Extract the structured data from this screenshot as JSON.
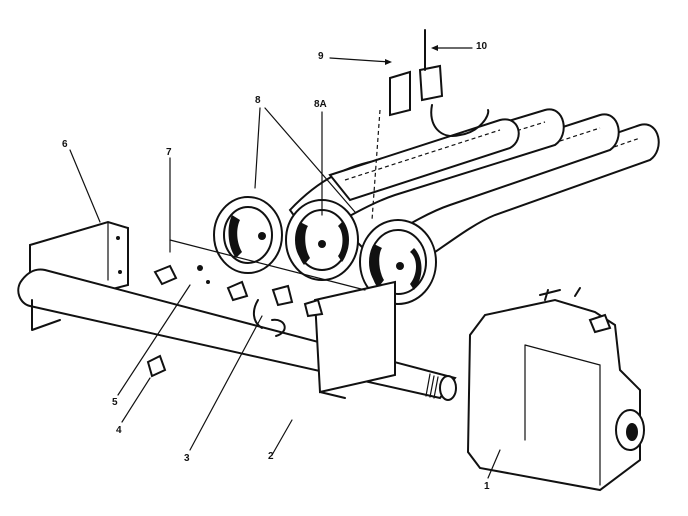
{
  "diagram": {
    "callouts": {
      "c1": "1",
      "c2": "2",
      "c3": "3",
      "c4": "4",
      "c5": "5",
      "c6": "6",
      "c7": "7",
      "c8": "8",
      "c8a": "8A",
      "c9": "9",
      "c10": "10"
    }
  }
}
